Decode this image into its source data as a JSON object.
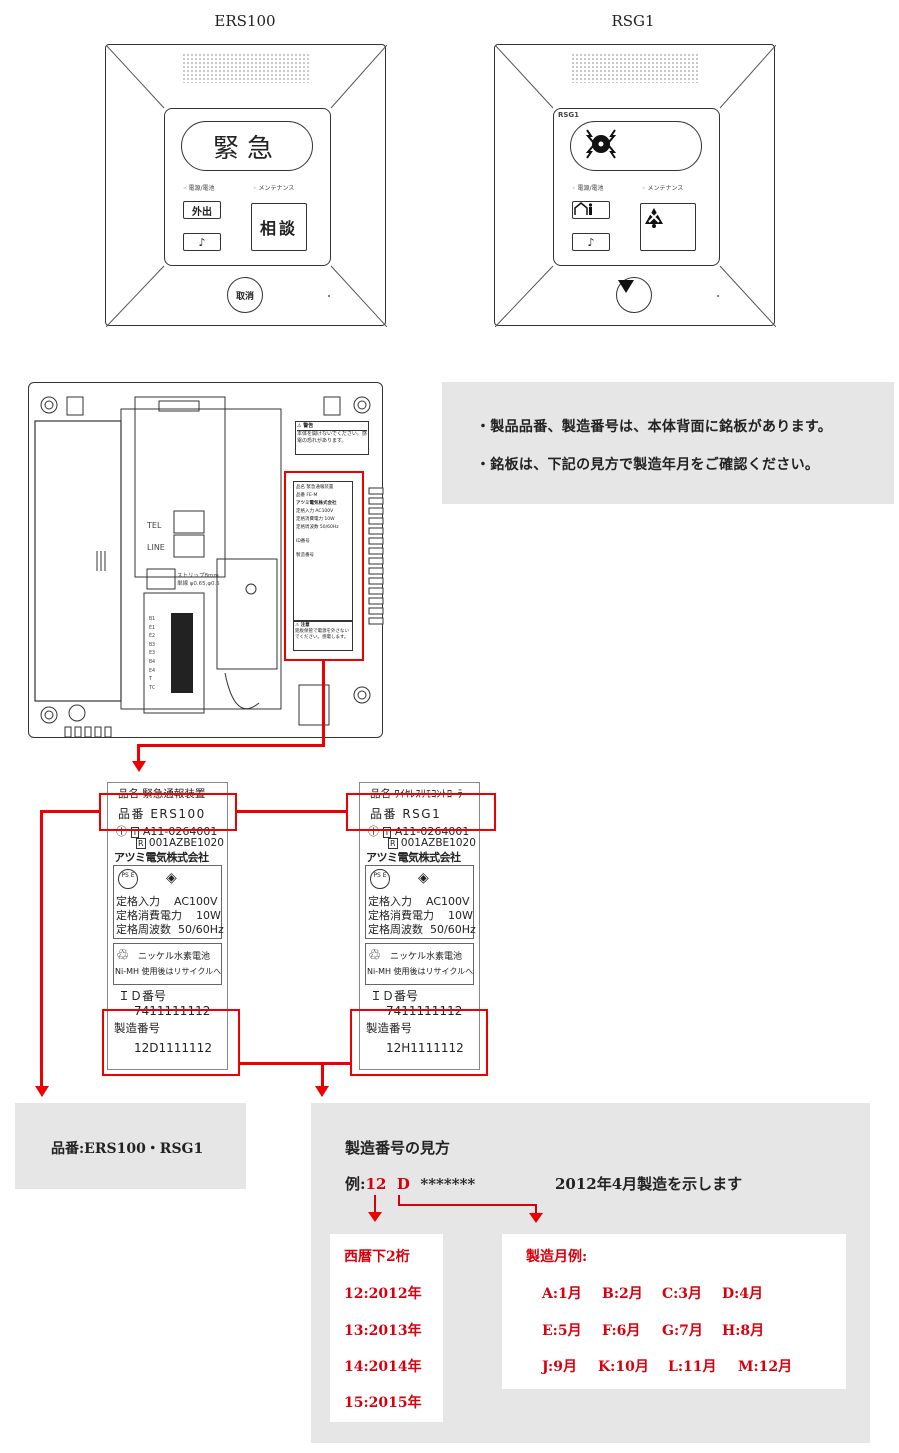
{
  "devices": {
    "left": {
      "title": "ERS100",
      "main_button": "緊急",
      "out_button": "外出",
      "note_button": "♪",
      "consult_button": "相談",
      "cancel_button": "取消",
      "led1": "電源/電池",
      "led2": "メンテナンス"
    },
    "right": {
      "title": "RSG1",
      "model_tag": "RSG1",
      "note_button": "♪",
      "led1": "電源/電池",
      "led2": "メンテナンス"
    }
  },
  "back_panel": {
    "tel": "TEL",
    "line": "LINE",
    "warning_header": "警告",
    "warning_text": "本体を開けないでください。感電の恐れがあります。",
    "caution_header": "注意",
    "caution_text": "銘板保管で電源を外さないでください。感電します。",
    "mini_label": [
      "品名 緊急通報装置",
      "品番 FE-M",
      "アツミ電気株式会社",
      "定格入力 AC100V",
      "定格消費電力 10W",
      "定格周波数 50/60Hz",
      "ID番号",
      "製造番号"
    ],
    "strip": "ストリップ8mm",
    "wire": "単線 φ0.65,φ0.5",
    "dip": [
      "B1",
      "E1",
      "E2",
      "B3",
      "E3",
      "B4",
      "E4",
      "T",
      "TC"
    ]
  },
  "info_box": {
    "line1": "・製品品番、製造番号は、本体背面に銘板があります。",
    "line2": "・銘板は、下記の見方で製造年月をご確認ください。"
  },
  "labels": [
    {
      "name_line": "品名  緊急通報装置",
      "model_line": "品番  ERS100",
      "cert1": "A11-0264001",
      "cert2": "001AZBE1020",
      "maker": "アツミ電気株式会社",
      "pse": "PS E",
      "input": "定格入力    AC100V",
      "power": "定格消費電力    10W",
      "freq": "定格周波数  50/60Hz",
      "battery1": "ニッケル水素電池",
      "battery2": "Ni-MH 使用後はリサイクルへ",
      "id_label": "ＩＤ番号",
      "id_value": "7411111112",
      "serial_label": "製造番号",
      "serial_value": "12D1111112"
    },
    {
      "name_line": "品名  ﾜｲﾔﾚｽﾘﾓｺﾝﾄﾛｰﾗ",
      "model_line": "品番  RSG1",
      "cert1": "A11-0264001",
      "cert2": "001AZBE1020",
      "maker": "アツミ電気株式会社",
      "pse": "PS E",
      "input": "定格入力    AC100V",
      "power": "定格消費電力    10W",
      "freq": "定格周波数  50/60Hz",
      "battery1": "ニッケル水素電池",
      "battery2": "Ni-MH 使用後はリサイクルへ",
      "id_label": "ＩＤ番号",
      "id_value": "7411111112",
      "serial_label": "製造番号",
      "serial_value": "12H1111112"
    }
  ],
  "model_box": {
    "text": "品番:ERS100・RSG1"
  },
  "serial_guide": {
    "title": "製造番号の見方",
    "example_prefix": "例:",
    "example_year": "12",
    "example_month": "D",
    "example_rest": "*******",
    "example_note": "2012年4月製造を示します",
    "year_header": "西暦下2桁",
    "years": [
      "12:2012年",
      "13:2013年",
      "14:2014年",
      "15:2015年"
    ],
    "month_header": "製造月例:",
    "months": [
      [
        "A:1月",
        "B:2月",
        "C:3月",
        "D:4月"
      ],
      [
        "E:5月",
        "F:6月",
        "G:7月",
        "H:8月"
      ],
      [
        "J:9月",
        "K:10月",
        "L:11月",
        "M:12月"
      ]
    ]
  },
  "colors": {
    "accent": "#e00000",
    "panel_gray": "#e6e6e6"
  }
}
